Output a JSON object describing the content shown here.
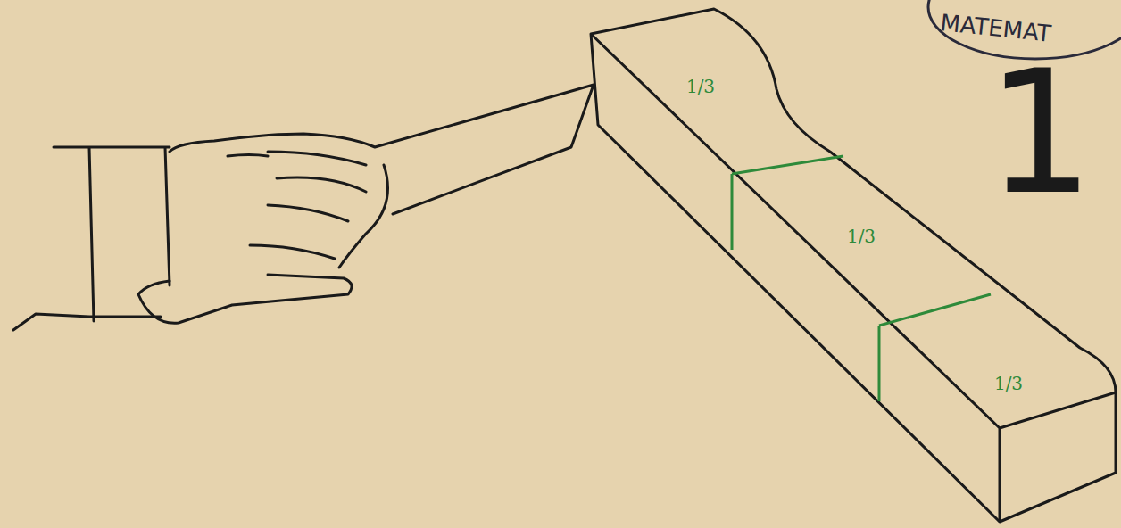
{
  "diagram": {
    "nodes": [
      {
        "text": [
          "1/3"
        ]
      },
      {
        "text": [
          "1/3"
        ]
      },
      {
        "text": [
          "1/3"
        ]
      }
    ],
    "labels": [
      "1",
      "MATEMAT"
    ]
  }
}
